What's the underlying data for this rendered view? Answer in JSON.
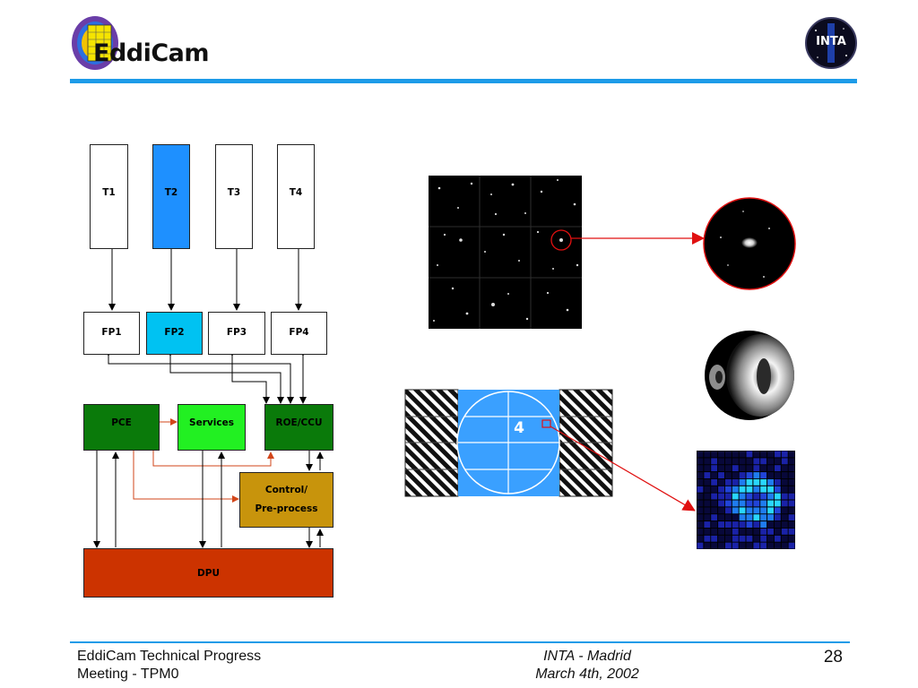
{
  "logo": {
    "brand": "EddiCam",
    "partner": "INTA"
  },
  "diagram": {
    "telescopes": [
      "T1",
      "T2",
      "T3",
      "T4"
    ],
    "focal_planes": [
      "FP1",
      "FP2",
      "FP3",
      "FP4"
    ],
    "pce": "PCE",
    "services": "Services",
    "roe_ccu": "ROE/CCU",
    "control_line1": "Control/",
    "control_line2": "Pre-process",
    "dpu": "DPU",
    "detector_number": "4"
  },
  "colors": {
    "accent_blue": "#1d9be8",
    "t2_blue": "#1e90ff",
    "fp2_cyan": "#00c2f2",
    "dark_green": "#0a7a0a",
    "light_green": "#22f022",
    "control_gold": "#c8940c",
    "dpu_red": "#cc3300",
    "pointer_red": "#e01010",
    "detector_blue": "#3aa0ff"
  },
  "footer": {
    "left_line1": "EddiCam Technical Progress",
    "left_line2": "Meeting - TPM0",
    "center_line1": "INTA - Madrid",
    "center_line2": "March 4th, 2002",
    "page_number": "28"
  }
}
